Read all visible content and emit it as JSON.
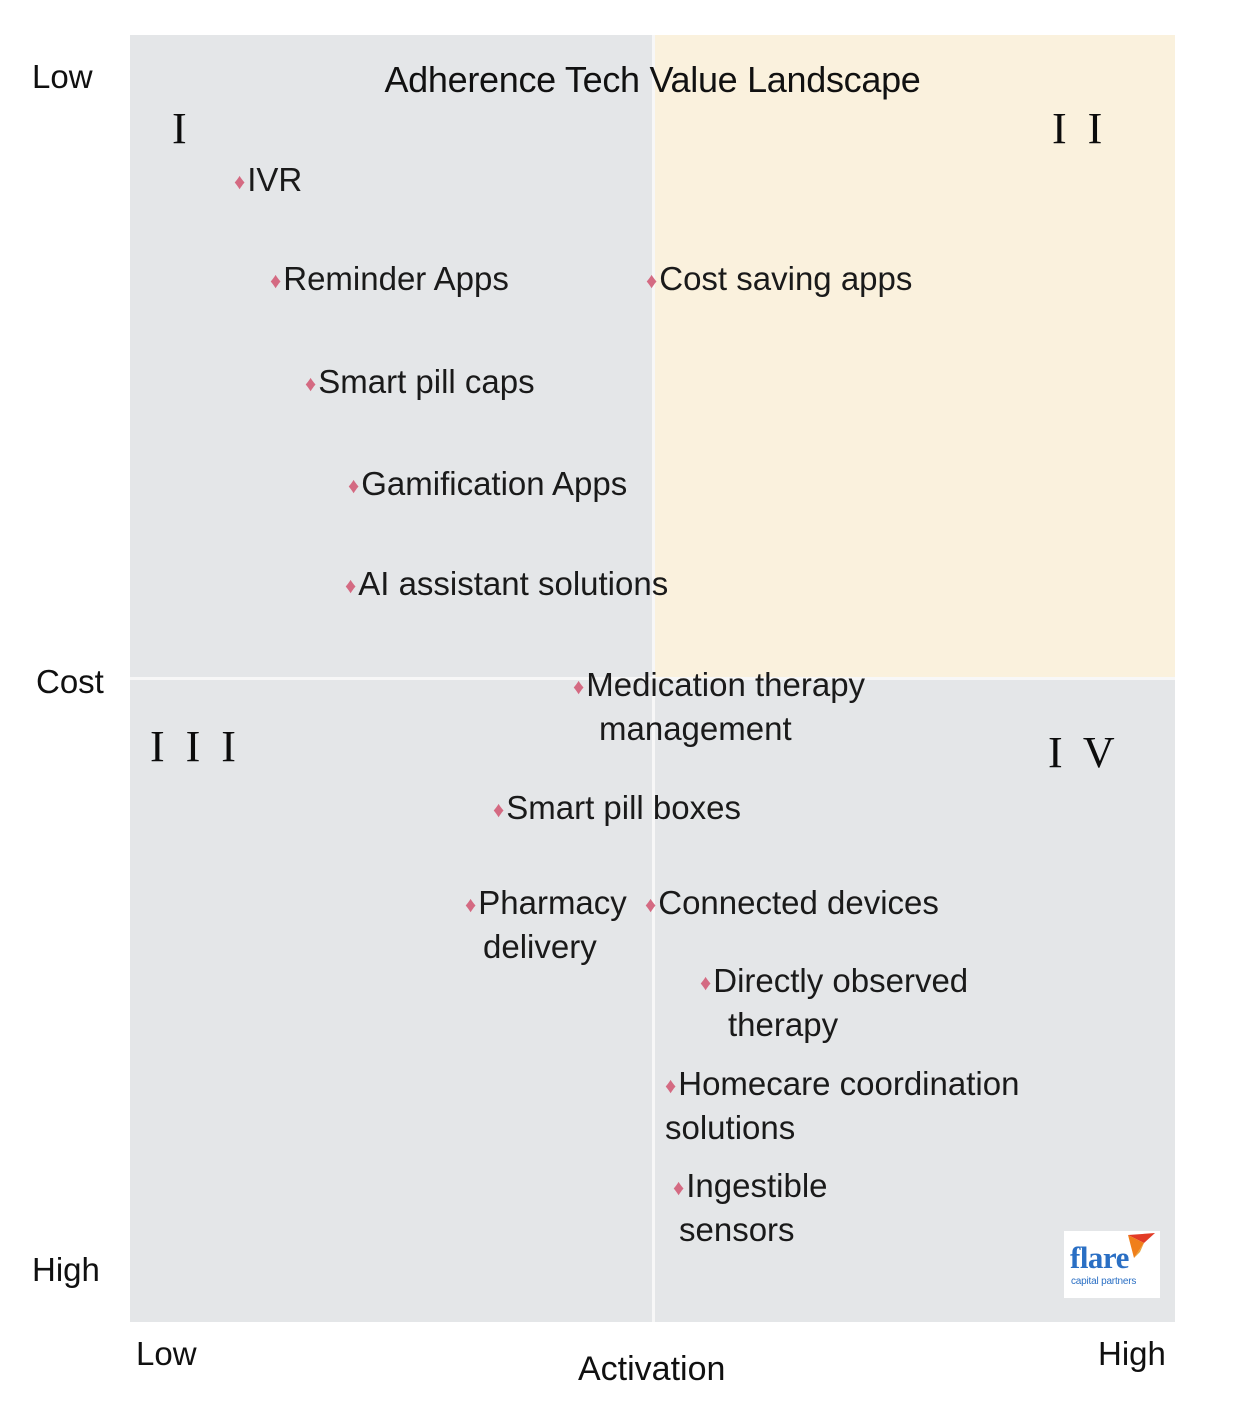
{
  "chart_data": {
    "type": "scatter",
    "title": "Adherence Tech Value Landscape",
    "xlabel": "Activation",
    "ylabel": "Cost",
    "x_ticks": [
      "Low",
      "High"
    ],
    "y_ticks": [
      "Low",
      "High"
    ],
    "grid": false,
    "legend": "none",
    "axis_note": "2x2 quadrant matrix; x = Activation (Low to High), y = Cost (Low at top to High at bottom)",
    "quadrants": [
      {
        "id": "I",
        "label": "I",
        "x_range": "Low",
        "y_range": "Low",
        "fill": "#e4e6e8"
      },
      {
        "id": "II",
        "label": "I I",
        "x_range": "High",
        "y_range": "Low",
        "fill": "#faf1dd"
      },
      {
        "id": "III",
        "label": "I I I",
        "x_range": "Low",
        "y_range": "High",
        "fill": "#e4e6e8"
      },
      {
        "id": "IV",
        "label": "I V",
        "x_range": "High",
        "y_range": "High",
        "fill": "#e4e6e8"
      }
    ],
    "points": [
      {
        "label": "IVR",
        "quadrant": "I",
        "x": 0.09,
        "y": 0.1
      },
      {
        "label": "Reminder Apps",
        "quadrant": "I",
        "x": 0.13,
        "y": 0.17
      },
      {
        "label": "Smart pill caps",
        "quadrant": "I",
        "x": 0.17,
        "y": 0.25
      },
      {
        "label": "Gamification Apps",
        "quadrant": "I",
        "x": 0.21,
        "y": 0.33
      },
      {
        "label": "AI assistant solutions",
        "quadrant": "I",
        "x": 0.21,
        "y": 0.41
      },
      {
        "label": "Cost saving apps",
        "quadrant": "II",
        "x": 0.5,
        "y": 0.17
      },
      {
        "label": "Medication therapy management",
        "quadrant": "II/IV",
        "x": 0.42,
        "y": 0.49
      },
      {
        "label": "Smart pill boxes",
        "quadrant": "III",
        "x": 0.35,
        "y": 0.58
      },
      {
        "label": "Pharmacy delivery",
        "quadrant": "III",
        "x": 0.32,
        "y": 0.66
      },
      {
        "label": "Connected devices",
        "quadrant": "IV",
        "x": 0.49,
        "y": 0.66
      },
      {
        "label": "Directly observed therapy",
        "quadrant": "IV",
        "x": 0.55,
        "y": 0.72
      },
      {
        "label": "Homecare coordination solutions",
        "quadrant": "IV",
        "x": 0.51,
        "y": 0.8
      },
      {
        "label": "Ingestible sensors",
        "quadrant": "IV",
        "x": 0.52,
        "y": 0.88
      }
    ],
    "colors": {
      "marker": "#d46a82",
      "quadrant_gray": "#e4e6e8",
      "quadrant_cream": "#faf1dd",
      "divider": "#f7f7f7",
      "text": "#1a1a1a",
      "logo_blue": "#2a6fc4",
      "logo_orange": "#f07f1a",
      "logo_red": "#e23b26"
    }
  },
  "axes": {
    "y_top_label": "Low",
    "y_title": "Cost",
    "y_bottom_label": "High",
    "x_left_label": "Low",
    "x_title": "Activation",
    "x_right_label": "High"
  },
  "title": "Adherence Tech Value Landscape",
  "quadrant_labels": {
    "q1": "I",
    "q2": "I I",
    "q3": "I I I",
    "q4": "I V"
  },
  "items": {
    "ivr": "IVR",
    "reminder_apps": "Reminder Apps",
    "smart_pill_caps": "Smart pill caps",
    "gamification_apps": "Gamification Apps",
    "ai_assistant": "AI assistant solutions",
    "cost_saving_apps": "Cost saving apps",
    "med_therapy_l1": "Medication therapy",
    "med_therapy_l2": "management",
    "smart_pill_boxes": "Smart pill boxes",
    "pharmacy_l1": "Pharmacy",
    "pharmacy_l2": "delivery",
    "connected_devices": "Connected devices",
    "dot_l1": "Directly observed",
    "dot_l2": "therapy",
    "homecare_l1": "Homecare coordination",
    "homecare_l2": "solutions",
    "ingestible_l1": "Ingestible",
    "ingestible_l2": "sensors"
  },
  "logo": {
    "word": "flare",
    "tagline": "capital partners"
  },
  "marker_glyph": "♦"
}
